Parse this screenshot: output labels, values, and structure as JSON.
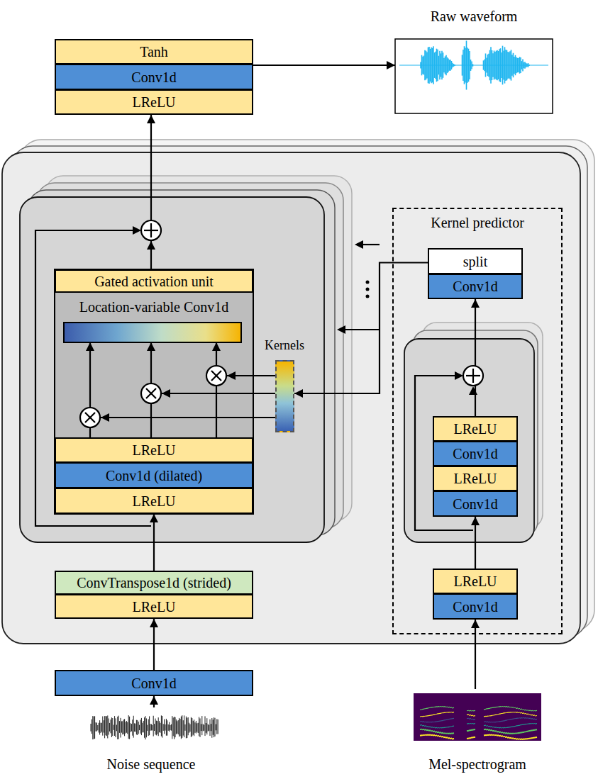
{
  "diagram": {
    "nodes": [
      {
        "text": [
          "Tanh"
        ]
      },
      {
        "text": [
          "Conv1d"
        ]
      },
      {
        "text": [
          "LReLU"
        ]
      },
      {
        "text": [
          "Raw waveform"
        ]
      },
      {
        "text": [
          "Gated activation unit"
        ]
      },
      {
        "text": [
          "Location-variable Conv1d"
        ]
      },
      {
        "text": [
          "LReLU"
        ]
      },
      {
        "text": [
          "Conv1d (dilated)"
        ]
      },
      {
        "text": [
          "LReLU"
        ]
      },
      {
        "text": [
          "Kernels"
        ]
      },
      {
        "text": [
          "ConvTranspose1d (strided)"
        ]
      },
      {
        "text": [
          "LReLU"
        ]
      },
      {
        "text": [
          "Conv1d"
        ]
      },
      {
        "text": [
          "Noise sequence"
        ]
      },
      {
        "text": [
          "Kernel predictor"
        ]
      },
      {
        "text": [
          "split"
        ],
        "in": 14
      },
      {
        "text": [
          "Conv1d"
        ],
        "in": 14
      },
      {
        "text": [
          "LReLU"
        ],
        "in": 14
      },
      {
        "text": [
          "Conv1d"
        ],
        "in": 14
      },
      {
        "text": [
          "LReLU"
        ],
        "in": 14
      },
      {
        "text": [
          "Conv1d"
        ],
        "in": 14
      },
      {
        "text": [
          "LReLU"
        ],
        "in": 14
      },
      {
        "text": [
          "Conv1d"
        ],
        "in": 14
      },
      {
        "text": [
          "Mel-spectrogram"
        ]
      }
    ],
    "edges": [
      {
        "from": 13,
        "to": 12,
        "arrow": "to"
      },
      {
        "from": 12,
        "to": 11,
        "arrow": "to"
      },
      {
        "from": 10,
        "to": 8,
        "arrow": "to"
      },
      {
        "from": 6,
        "to": 5,
        "arrow": "to"
      },
      {
        "from": 9,
        "to": 5,
        "arrow": "to"
      },
      {
        "from": 4,
        "to": 2,
        "arrow": "to"
      },
      {
        "from": 0,
        "to": 3,
        "arrow": "to"
      },
      {
        "from": 23,
        "to": 22,
        "arrow": "to"
      },
      {
        "from": 21,
        "to": 20,
        "arrow": "to"
      },
      {
        "from": 17,
        "to": 16,
        "arrow": "to"
      },
      {
        "from": 15,
        "to": 9,
        "arrow": "to"
      }
    ]
  }
}
